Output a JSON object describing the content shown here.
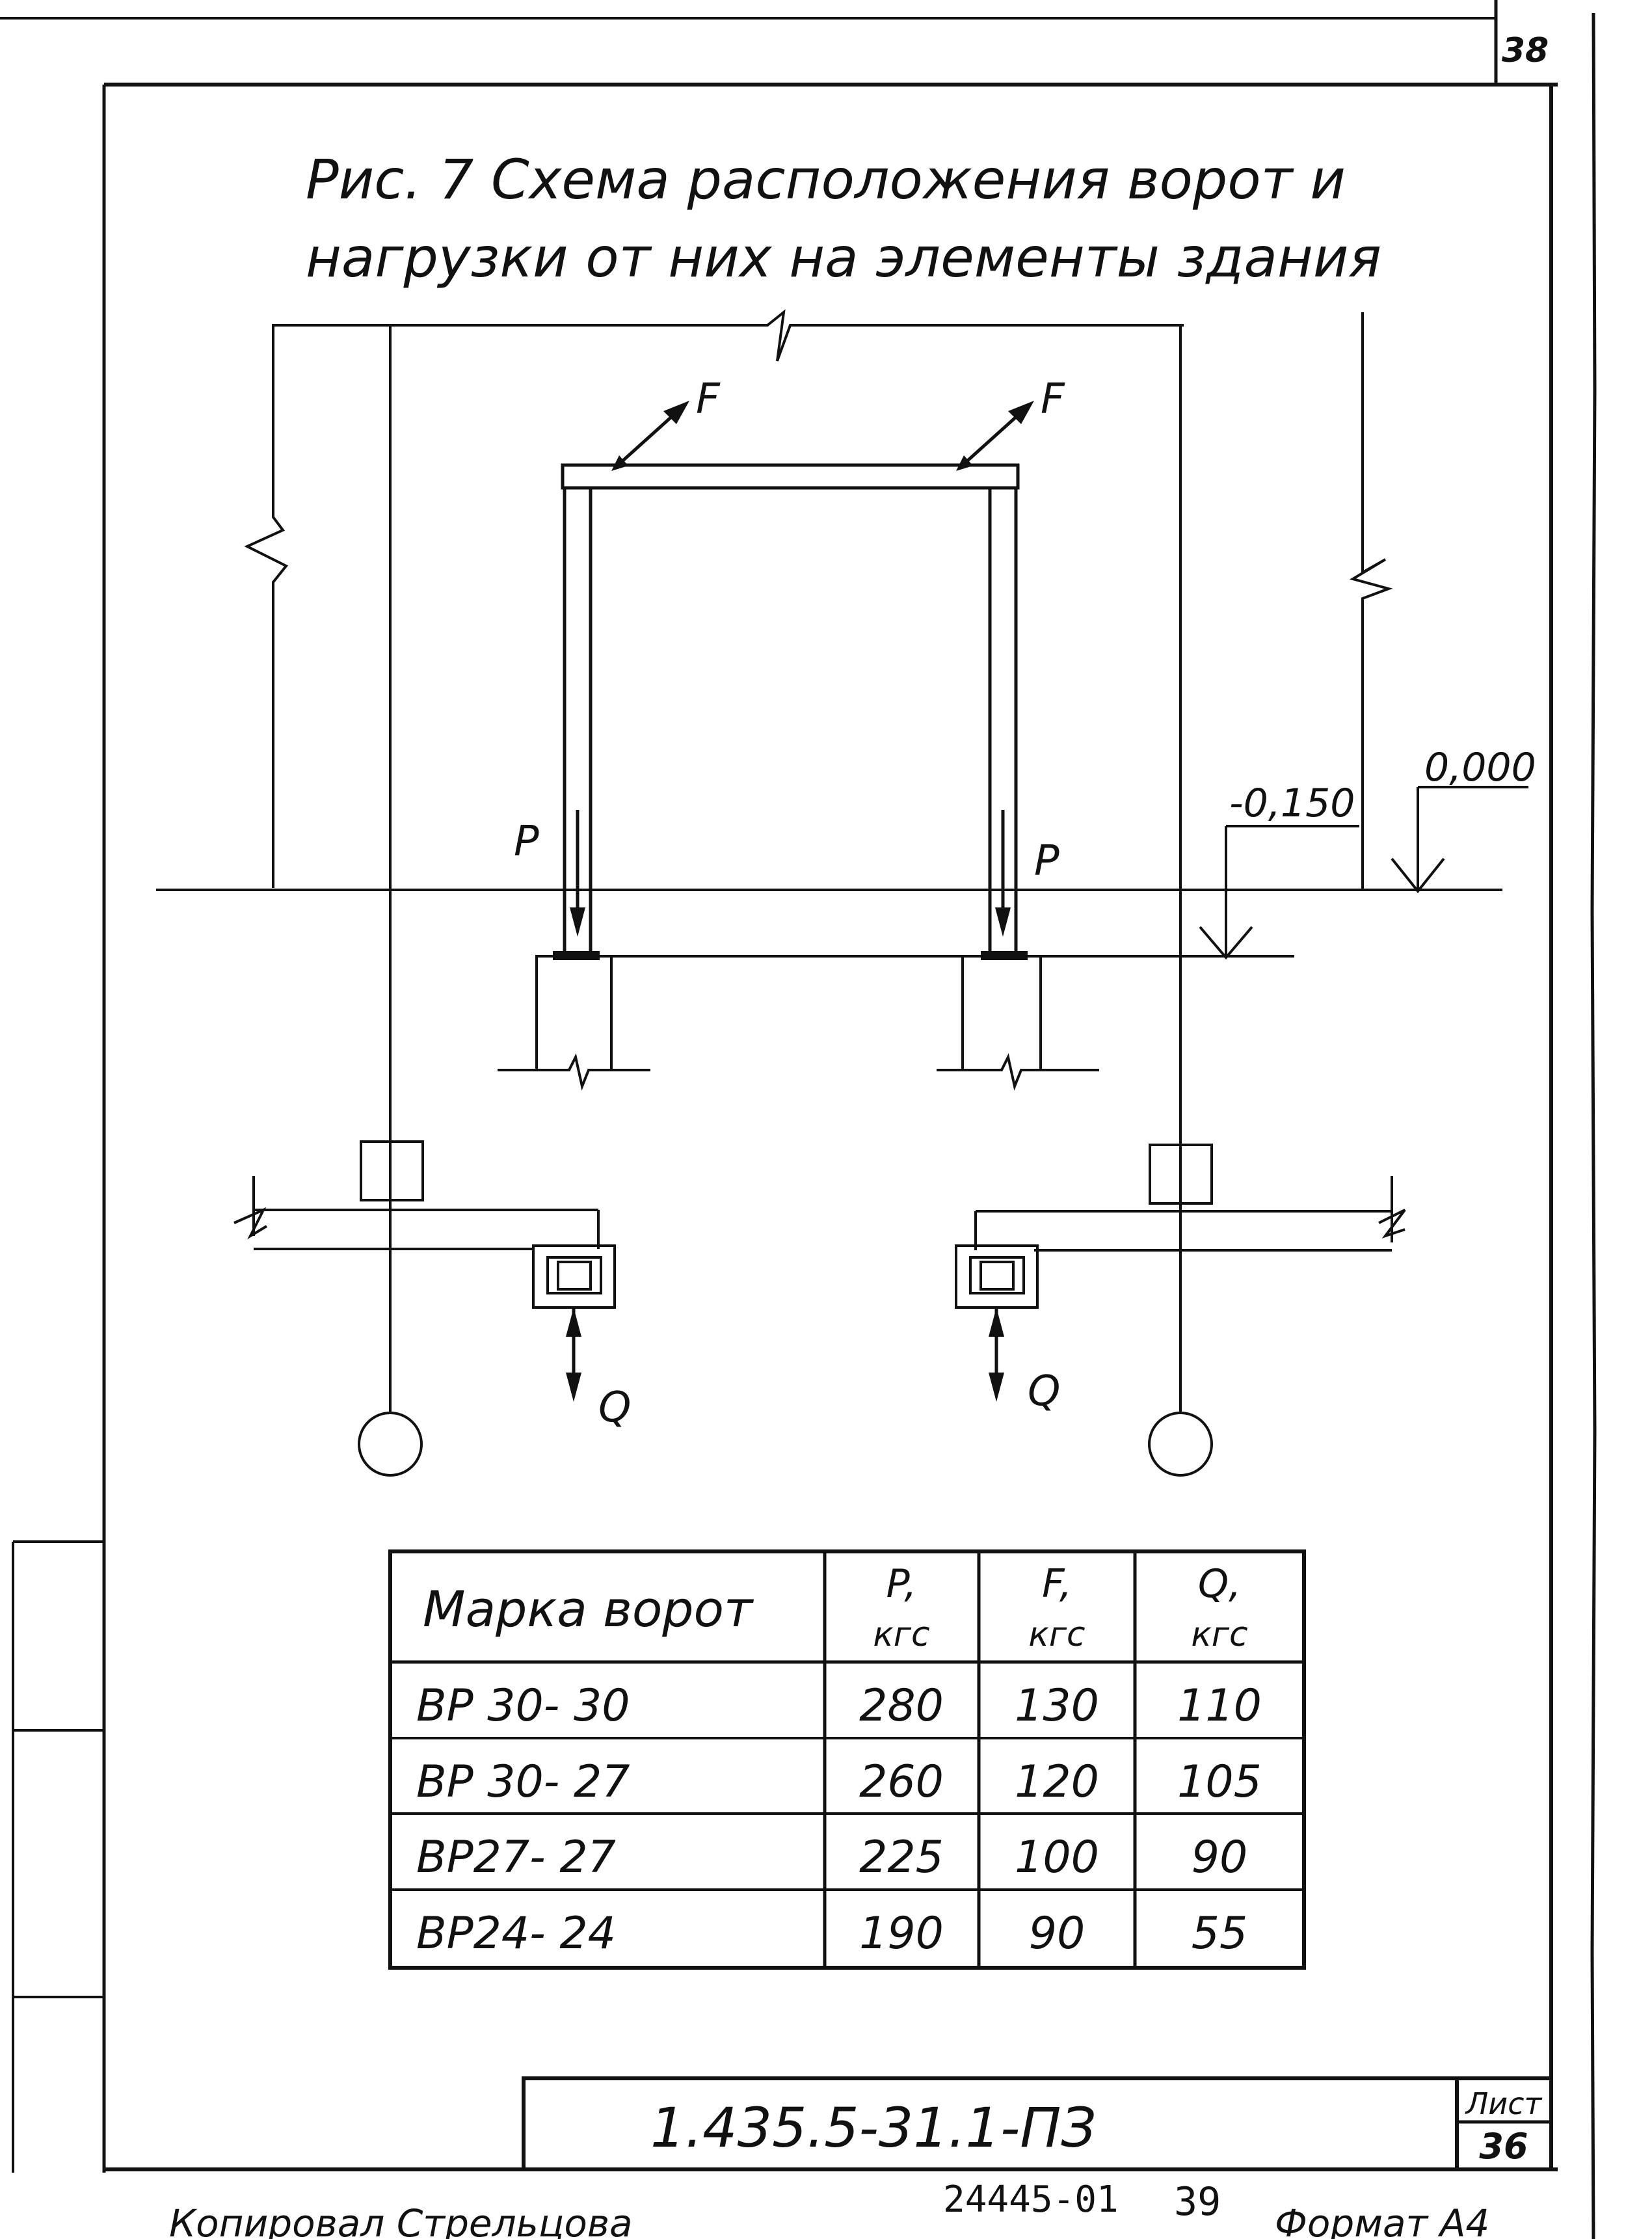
{
  "page": {
    "corner_page_number": "38",
    "sheet_label": "Лист",
    "sheet_number": "36",
    "document_code": "1.435.5-31.1-ПЗ",
    "bottom_stamp_number": "24445-01",
    "bottom_stamp_page": "39",
    "bottom_format": "Формат А4",
    "bottom_left_text": "Копировал Стрельцова"
  },
  "title": {
    "line1": "Рис. 7  Схема расположения ворот и",
    "line2": "нагрузки от них на элементы здания"
  },
  "diagram": {
    "force_F": "F",
    "force_P": "P",
    "force_Q": "Q",
    "level_zero": "0,000",
    "level_minus": "-0,150"
  },
  "table": {
    "headers": [
      {
        "name": "Марка ворот"
      },
      {
        "name": "P,",
        "unit": "кгс"
      },
      {
        "name": "F,",
        "unit": "кгс"
      },
      {
        "name": "Q,",
        "unit": "кгс"
      }
    ],
    "rows": [
      [
        "ВР 30- 30",
        "280",
        "130",
        "110"
      ],
      [
        "ВР 30- 27",
        "260",
        "120",
        "105"
      ],
      [
        "ВР27- 27",
        "225",
        "100",
        "90"
      ],
      [
        "ВР24- 24",
        "190",
        "90",
        "55"
      ]
    ]
  }
}
